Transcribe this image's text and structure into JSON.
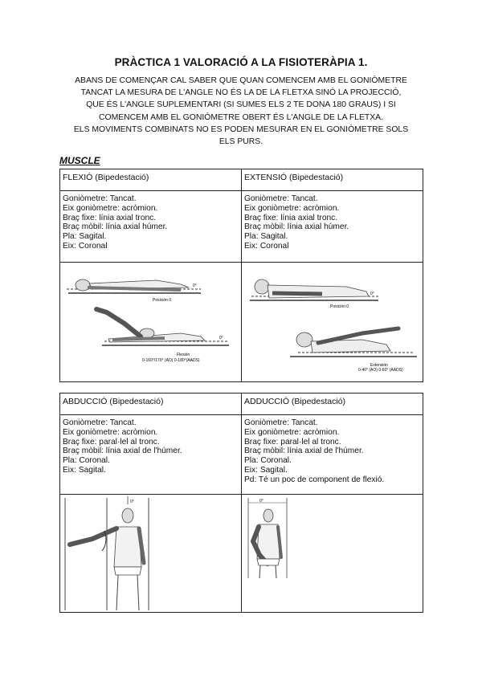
{
  "title": "PRÀCTICA 1 VALORACIÓ A LA FISIOTERÀPIA 1.",
  "intro_lines": [
    "ABANS DE COMENÇAR CAL SABER QUE QUAN COMENCEM AMB EL GONIÒMETRE",
    "TANCAT LA MESURA DE L'ANGLE NO ÉS LA DE LA FLETXA SINÓ LA PROJECCIÓ,",
    "QUE ÉS L'ANGLE SUPLEMENTARI (SI SUMES ELS 2 TE DONA 180 GRAUS) I SI",
    "COMENCEM AMB EL GONIÒMETRE OBERT ÉS L'ANGLE DE LA FLETXA.",
    "ELS MOVIMENTS COMBINATS NO ES PODEN MESURAR EN EL GONIÒMETRE SOLS",
    "ELS PURS."
  ],
  "section": "MUSCLE",
  "table1": {
    "left": {
      "header": "FLEXIÓ (Bipedestació)",
      "lines": [
        "Goniòmetre: Tancat.",
        "Eix goniòmetre: acròmion.",
        "Braç fixe: línia axial tronc.",
        "Braç mòbil: línia axial húmer.",
        "Pla: Sagital.",
        "Eix: Coronal"
      ],
      "fig": {
        "label0": "0°",
        "pos": "Posición 0",
        "label90": "0°",
        "cap1": "Flexión",
        "cap2": "0-160°/170° (AO) 0-180°(AADS)"
      }
    },
    "right": {
      "header": "EXTENSIÓ (Bipedestació)",
      "lines": [
        "Goniòmetre: Tancat.",
        "Eix goniòmetre: acròmion.",
        "Braç fixe: línia axial tronc.",
        "Braç mòbil: línia axial húmer.",
        "Pla: Sagital.",
        "Eix: Coronal"
      ],
      "fig": {
        "label0": "0°",
        "pos": "Posición 0",
        "cap1": "Extensión",
        "cap2": "0-40° (AO) 0-60° (AADS)"
      }
    }
  },
  "table2": {
    "left": {
      "header": "ABDUCCIÓ (Bipedestació)",
      "lines": [
        "Goniòmetre: Tancat.",
        "Eix goniòmetre: acròmion.",
        "Braç fixe: paral·lel al tronc.",
        "Braç mòbil: línia axial de l'húmer.",
        "Pla: Coronal.",
        "Eix: Sagital."
      ],
      "fig": {
        "label": "0°"
      }
    },
    "right": {
      "header": "ADDUCCIÓ (Bipedestació)",
      "lines": [
        "Goniòmetre: Tancat.",
        "Eix goniòmetre: acròmion.",
        "Braç fixe: paral·lel al tronc.",
        "Braç mòbil: línia axial de l'húmer.",
        "Pla: Coronal.",
        "Eix: Sagital.",
        "Pd: Té un poc de component de flexió."
      ],
      "fig": {
        "label": "0°"
      }
    }
  }
}
